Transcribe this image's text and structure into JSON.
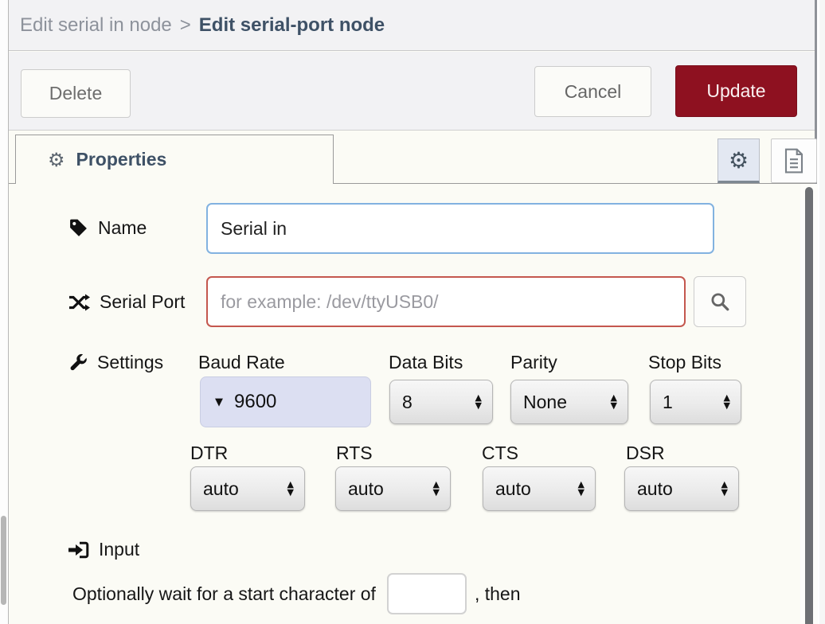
{
  "header": {
    "breadcrumb_parent": "Edit serial in node",
    "breadcrumb_separator": ">",
    "breadcrumb_current": "Edit serial-port node"
  },
  "toolbar": {
    "delete_label": "Delete",
    "cancel_label": "Cancel",
    "update_label": "Update"
  },
  "tabs": {
    "properties_label": "Properties",
    "properties_icon": "gear-icon",
    "right_buttons": [
      "node-settings-gear-button",
      "node-description-doc-button"
    ]
  },
  "form": {
    "name": {
      "label": "Name",
      "value": "Serial in",
      "icon": "tag-icon"
    },
    "serial_port": {
      "label": "Serial Port",
      "value": "",
      "placeholder": "for example: /dev/ttyUSB0/",
      "icon": "shuffle-icon",
      "search_icon": "search-icon"
    },
    "settings": {
      "label": "Settings",
      "icon": "wrench-icon",
      "baud_rate": {
        "label": "Baud Rate",
        "value": "9600"
      },
      "data_bits": {
        "label": "Data Bits",
        "value": "8"
      },
      "parity": {
        "label": "Parity",
        "value": "None"
      },
      "stop_bits": {
        "label": "Stop Bits",
        "value": "1"
      },
      "dtr": {
        "label": "DTR",
        "value": "auto"
      },
      "rts": {
        "label": "RTS",
        "value": "auto"
      },
      "cts": {
        "label": "CTS",
        "value": "auto"
      },
      "dsr": {
        "label": "DSR",
        "value": "auto"
      }
    },
    "input_section": {
      "label": "Input",
      "icon": "sign-in-icon",
      "wait_text_before": "Optionally wait for a start character of",
      "wait_char_value": "",
      "wait_text_after": ", then"
    }
  },
  "glyphs": {
    "gear": "⚙",
    "caret_down": "▼",
    "arrow_up": "▲",
    "arrow_down": "▼"
  },
  "colors": {
    "header_bg": "#f2f2f4",
    "body_bg": "#fbfbf5",
    "update_button_bg": "#8e1120",
    "focused_input_border": "#82b2e0",
    "invalid_input_border": "#c4574e",
    "baud_button_bg": "#dcdff2",
    "breadcrumb_current": "#3e5166",
    "scrollbar_thumb": "#6e7074"
  }
}
